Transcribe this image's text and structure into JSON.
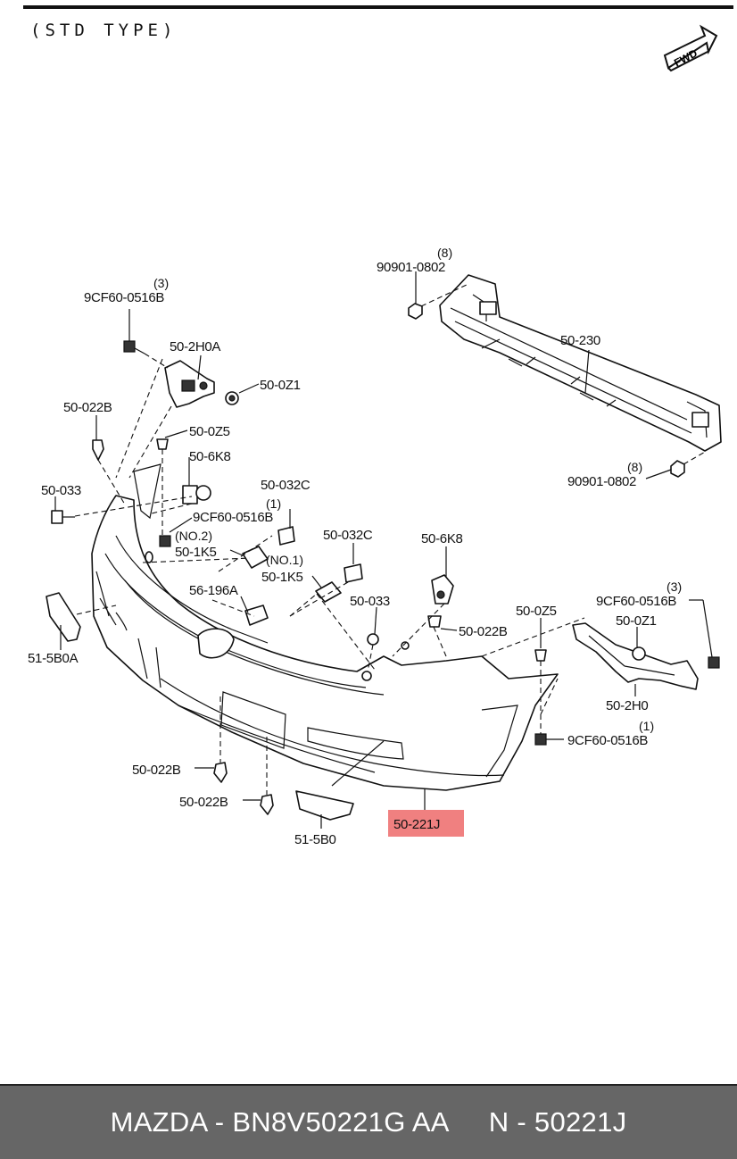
{
  "header": {
    "type_label": "(STD TYPE)",
    "fwd_label": "FWD"
  },
  "callouts": {
    "bolt_9cf60_tl": "9CF60-0516B",
    "bolt_9cf60_tl_qty": "(3)",
    "bracket_50_2h0a": "50-2H0A",
    "nut_90901_top": "90901-0802",
    "nut_90901_top_qty": "(8)",
    "reinforcement_50_230": "50-230",
    "nut_90901_bottom": "90901-0802",
    "nut_90901_bottom_qty": "(8)",
    "clip_50_0z1_left": "50-0Z1",
    "clip_50_022b_left": "50-022B",
    "clip_50_0z5_left": "50-0Z5",
    "bracket_50_6k8_left": "50-6K8",
    "screw_50_033_left": "50-033",
    "nut_50_032c_1": "50-032C",
    "nut_50_032c_1_qty": "(1)",
    "bolt_9cf60_mid": "9CF60-0516B",
    "no2_label": "(NO.2)",
    "nut_50_032c_2": "50-032C",
    "bracket_50_6k8_right": "50-6K8",
    "clip_50_1k5_no2": "50-1K5",
    "no1_label": "(NO.1)",
    "clip_50_1k5_no1": "50-1K5",
    "emblem_56_196a": "56-196A",
    "screw_50_033_mid": "50-033",
    "clip_50_022b_mid": "50-022B",
    "clip_50_0z5_right": "50-0Z5",
    "bolt_9cf60_right": "9CF60-0516B",
    "bolt_9cf60_right_qty": "(3)",
    "clip_50_0z1_right": "50-0Z1",
    "bracket_50_2h0": "50-2H0",
    "bolt_9cf60_low": "9CF60-0516B",
    "bolt_9cf60_low_qty": "(1)",
    "reflector_51_5b0a": "51-5B0A",
    "clip_50_022b_low1": "50-022B",
    "clip_50_022b_low2": "50-022B",
    "reflector_51_5b0": "51-5B0",
    "bumper_50_221j": "50-221J"
  },
  "highlight": {
    "color": "#f08080",
    "target": "50-221J"
  },
  "footer": {
    "brand_part": "MAZDA - BN8V50221G AA",
    "ref": "N - 50221J"
  }
}
